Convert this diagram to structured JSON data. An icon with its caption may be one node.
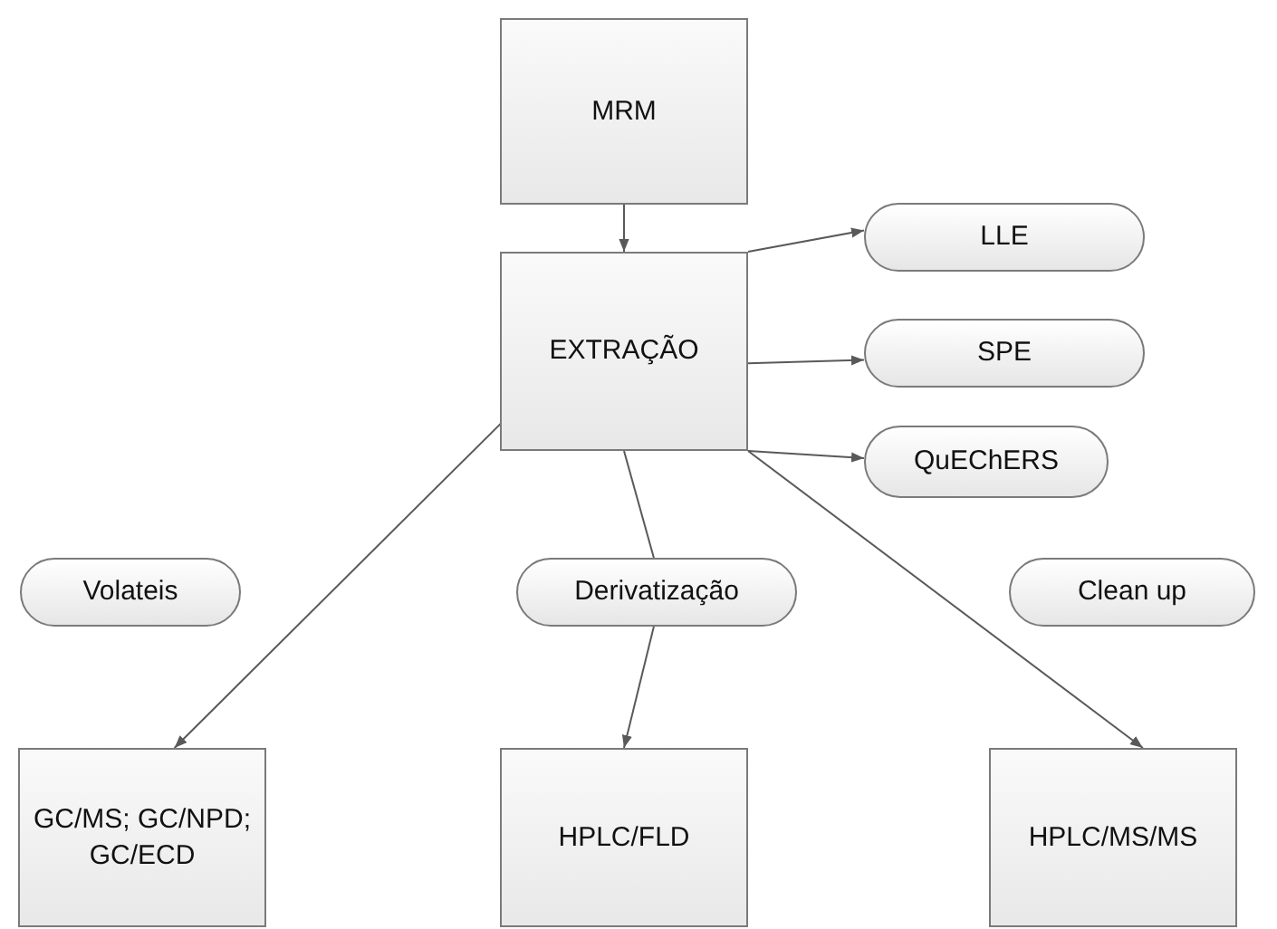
{
  "diagram": {
    "nodes": [
      {
        "text": [
          "MRM"
        ]
      },
      {
        "text": [
          "EXTRAÇÃO"
        ]
      },
      {
        "text": [
          "LLE"
        ]
      },
      {
        "text": [
          "SPE"
        ]
      },
      {
        "text": [
          "QuEChERS"
        ]
      },
      {
        "text": [
          "Volateis"
        ]
      },
      {
        "text": [
          "Derivatização"
        ]
      },
      {
        "text": [
          "Clean up"
        ]
      },
      {
        "text": [
          "GC/MS; GC/NPD; GC/ECD"
        ]
      },
      {
        "text": [
          "HPLC/FLD"
        ]
      },
      {
        "text": [
          "HPLC/MS/MS"
        ]
      }
    ],
    "edges": [
      {
        "from": 0,
        "to": 1,
        "arrow": "to"
      },
      {
        "from": 1,
        "to": 2,
        "arrow": "to"
      },
      {
        "from": 1,
        "to": 3,
        "arrow": "to"
      },
      {
        "from": 1,
        "to": 4,
        "arrow": "to"
      },
      {
        "from": 1,
        "to": 8,
        "arrow": "to"
      },
      {
        "from": 1,
        "to": 6,
        "arrow": "none"
      },
      {
        "from": 6,
        "to": 9,
        "arrow": "to"
      },
      {
        "from": 1,
        "to": 10,
        "arrow": "to"
      }
    ]
  }
}
